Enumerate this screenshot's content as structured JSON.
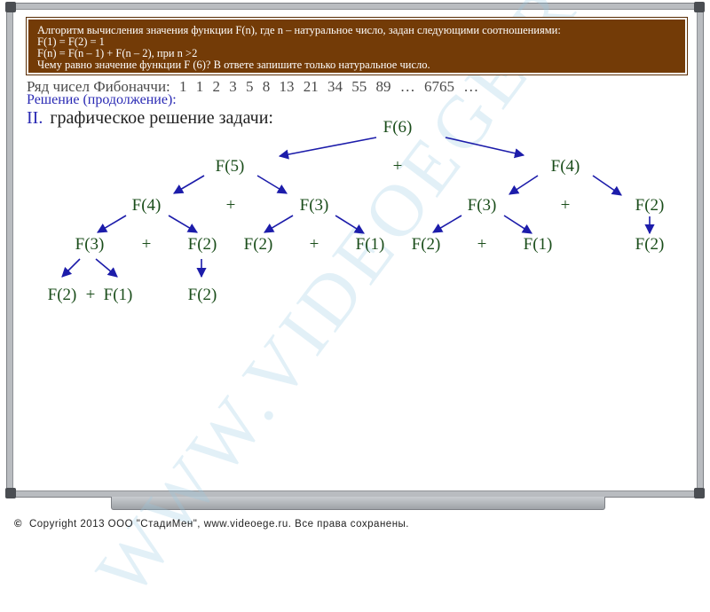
{
  "task": {
    "line1": "Алгоритм вычисления значения функции F(n), где n – натуральное число, задан следующими соотношениями:",
    "line2": "F(1) = F(2) = 1",
    "line3": "F(n) = F(n – 1) + F(n – 2), при n >2",
    "line4": "Чему равно значение функции F (6)? В ответе запишите только натуральное число."
  },
  "fibonacci": {
    "label": "Ряд чисел Фибоначчи:",
    "numbers": [
      "1",
      "1",
      "2",
      "3",
      "5",
      "8",
      "13",
      "21",
      "34",
      "55",
      "89",
      "…",
      "6765",
      "…"
    ]
  },
  "solution_label": "Решение (продолжение):",
  "method": {
    "roman": "II.",
    "title": "графическое решение задачи:"
  },
  "tree": {
    "root": "F(6)",
    "row1": {
      "left": "F(5)",
      "plus": "+",
      "right": "F(4)"
    },
    "row2": [
      "F(4)",
      "+",
      "F(3)",
      "F(3)",
      "+",
      "F(2)"
    ],
    "row3": [
      "F(3)",
      "+",
      "F(2)",
      "F(2)",
      "+",
      "F(1)",
      "F(2)",
      "+",
      "F(1)",
      "F(2)"
    ],
    "row4": [
      "F(2)",
      "+",
      "F(1)",
      "F(2)"
    ]
  },
  "watermark": "WWW.VIDEOEGE.RU",
  "footer": {
    "icon": "©",
    "text": "Copyright 2013   ООО \"СтадиМен\", www.videoege.ru.   Все права сохранены."
  },
  "colors": {
    "task_bg": "#733b07",
    "node_text": "#1a4d1a",
    "arrow": "#1c1caa",
    "accent_blue": "#2a2ab4"
  }
}
